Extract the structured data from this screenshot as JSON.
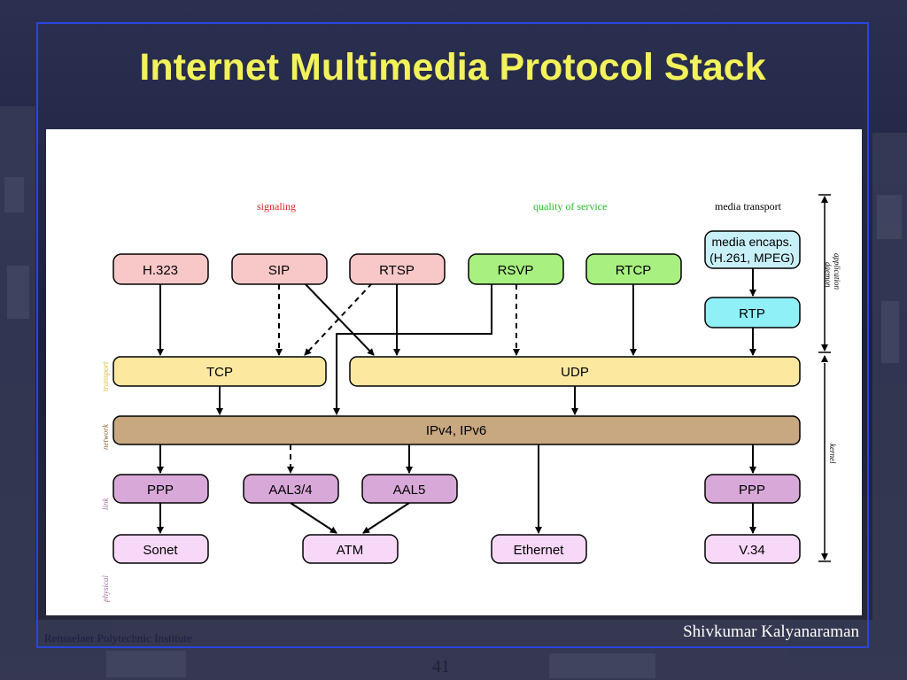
{
  "slide": {
    "title": "Internet Multimedia Protocol Stack",
    "author": "Shivkumar Kalyanaraman",
    "institute": "Rensselaer Polytechnic Institute",
    "page_number": "41"
  },
  "diagram": {
    "categories": {
      "signaling": "signaling",
      "qos": "quality of service",
      "media": "media transport"
    },
    "boxes": {
      "h323": "H.323",
      "sip": "SIP",
      "rtsp": "RTSP",
      "rsvp": "RSVP",
      "rtcp": "RTCP",
      "media_encaps_1": "media encaps.",
      "media_encaps_2": "(H.261, MPEG)",
      "rtp": "RTP",
      "tcp": "TCP",
      "udp": "UDP",
      "ip": "IPv4, IPv6",
      "ppp_left": "PPP",
      "aal34": "AAL3/4",
      "aal5": "AAL5",
      "ppp_right": "PPP",
      "sonet": "Sonet",
      "atm": "ATM",
      "ethernet": "Ethernet",
      "v34": "V.34"
    },
    "left_layers": {
      "transport": "transport",
      "network": "network",
      "link": "link",
      "physical": "physical"
    },
    "right_layers": {
      "app_1": "application",
      "app_2": "daemon",
      "kernel": "kernel"
    },
    "colors": {
      "signaling": "#f8c8c8",
      "qos": "#a8f080",
      "media_encaps": "#c8f0f8",
      "rtp": "#90f0f8",
      "transport": "#fde8a0",
      "network": "#c8a880",
      "link": "#d8a8d8",
      "physical": "#f8d8f8"
    }
  }
}
